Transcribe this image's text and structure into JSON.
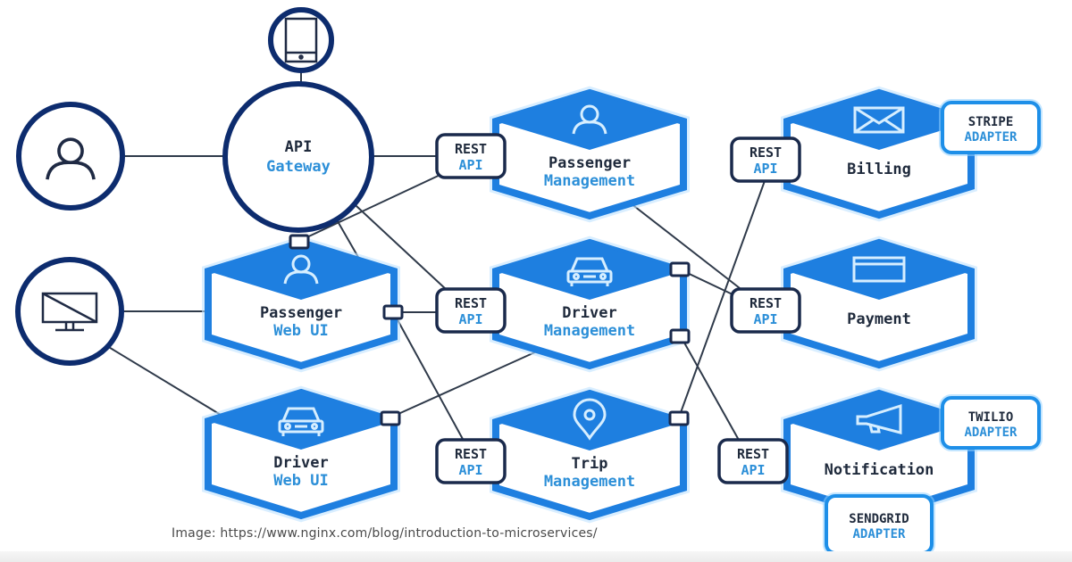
{
  "caption": "Image: https://www.nginx.com/blog/introduction-to-microservices/",
  "clients": [
    {
      "id": "mobile",
      "icon": "mobile-phone-icon"
    },
    {
      "id": "user",
      "icon": "user-icon"
    },
    {
      "id": "desktop",
      "icon": "monitor-icon"
    }
  ],
  "gateway": {
    "line1": "API",
    "line2": "Gateway"
  },
  "rest_api": {
    "line1": "REST",
    "line2": "API"
  },
  "services": [
    {
      "id": "passenger-management",
      "line1": "Passenger",
      "line2": "Management",
      "icon": "user-icon"
    },
    {
      "id": "driver-management",
      "line1": "Driver",
      "line2": "Management",
      "icon": "car-icon"
    },
    {
      "id": "trip-management",
      "line1": "Trip",
      "line2": "Management",
      "icon": "map-pin-icon"
    },
    {
      "id": "billing",
      "line1": "Billing",
      "line2": "",
      "icon": "envelope-icon"
    },
    {
      "id": "payment",
      "line1": "Payment",
      "line2": "",
      "icon": "credit-card-icon"
    },
    {
      "id": "notification",
      "line1": "Notification",
      "line2": "",
      "icon": "megaphone-icon"
    },
    {
      "id": "passenger-web-ui",
      "line1": "Passenger",
      "line2": "Web UI",
      "icon": "user-icon"
    },
    {
      "id": "driver-web-ui",
      "line1": "Driver",
      "line2": "Web UI",
      "icon": "car-icon"
    }
  ],
  "adapters": [
    {
      "id": "stripe",
      "line1": "STRIPE",
      "line2": "ADAPTER"
    },
    {
      "id": "twilio",
      "line1": "TWILIO",
      "line2": "ADAPTER"
    },
    {
      "id": "sendgrid",
      "line1": "SENDGRID",
      "line2": "ADAPTER"
    }
  ],
  "connections": [
    [
      "mobile",
      "api-gateway"
    ],
    [
      "user",
      "api-gateway"
    ],
    [
      "api-gateway",
      "passenger-management-rest-api"
    ],
    [
      "api-gateway",
      "passenger-web-ui"
    ],
    [
      "api-gateway",
      "driver-management-rest-api"
    ],
    [
      "desktop",
      "passenger-web-ui"
    ],
    [
      "desktop",
      "driver-web-ui"
    ],
    [
      "passenger-web-ui",
      "passenger-management-rest-api"
    ],
    [
      "passenger-web-ui",
      "driver-management-rest-api"
    ],
    [
      "passenger-web-ui",
      "trip-management-rest-api"
    ],
    [
      "driver-web-ui",
      "driver-management"
    ],
    [
      "passenger-management",
      "payment-rest-api"
    ],
    [
      "driver-management",
      "payment-rest-api"
    ],
    [
      "driver-management",
      "notification-rest-api"
    ],
    [
      "trip-management",
      "billing-rest-api"
    ],
    [
      "billing",
      "stripe-adapter"
    ],
    [
      "notification",
      "twilio-adapter"
    ],
    [
      "notification",
      "sendgrid-adapter"
    ]
  ]
}
